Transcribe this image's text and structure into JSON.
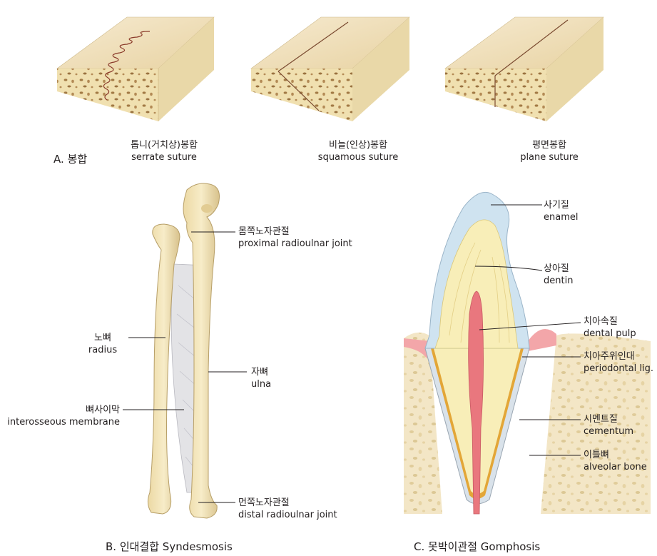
{
  "panel_a": {
    "title": "A. 봉합",
    "items": [
      {
        "ko": "톱니(거치상)봉합",
        "en": "serrate suture"
      },
      {
        "ko": "비늘(인상)봉합",
        "en": "squamous suture"
      },
      {
        "ko": "평면봉합",
        "en": "plane suture"
      }
    ]
  },
  "panel_b": {
    "title": "B. 인대결합 Syndesmosis",
    "labels": {
      "proximal": {
        "ko": "몸쪽노자관절",
        "en": "proximal radioulnar joint"
      },
      "radius": {
        "ko": "노뼈",
        "en": "radius"
      },
      "ulna": {
        "ko": "자뼈",
        "en": "ulna"
      },
      "membrane": {
        "ko": "뼈사이막",
        "en": "interosseous membrane"
      },
      "distal": {
        "ko": "먼쪽노자관절",
        "en": "distal radioulnar joint"
      }
    }
  },
  "panel_c": {
    "title": "C. 못박이관절 Gomphosis",
    "labels": {
      "enamel": {
        "ko": "사기질",
        "en": "enamel"
      },
      "dentin": {
        "ko": "상아질",
        "en": "dentin"
      },
      "pulp": {
        "ko": "치아속질",
        "en": "dental pulp"
      },
      "pdl": {
        "ko": "치아주위인대",
        "en": "periodontal lig."
      },
      "cementum": {
        "ko": "시멘트질",
        "en": "cementum"
      },
      "alveolar": {
        "ko": "이틀뼈",
        "en": "alveolar bone"
      }
    }
  },
  "colors": {
    "bone": "#f1e2b3",
    "bone_shadow": "#d9c48e",
    "enamel": "#cfe3f0",
    "dentin": "#f8eeb8",
    "pulp": "#e9777e",
    "gum": "#f3a6a9",
    "suture_line": "#8a3a2a"
  }
}
